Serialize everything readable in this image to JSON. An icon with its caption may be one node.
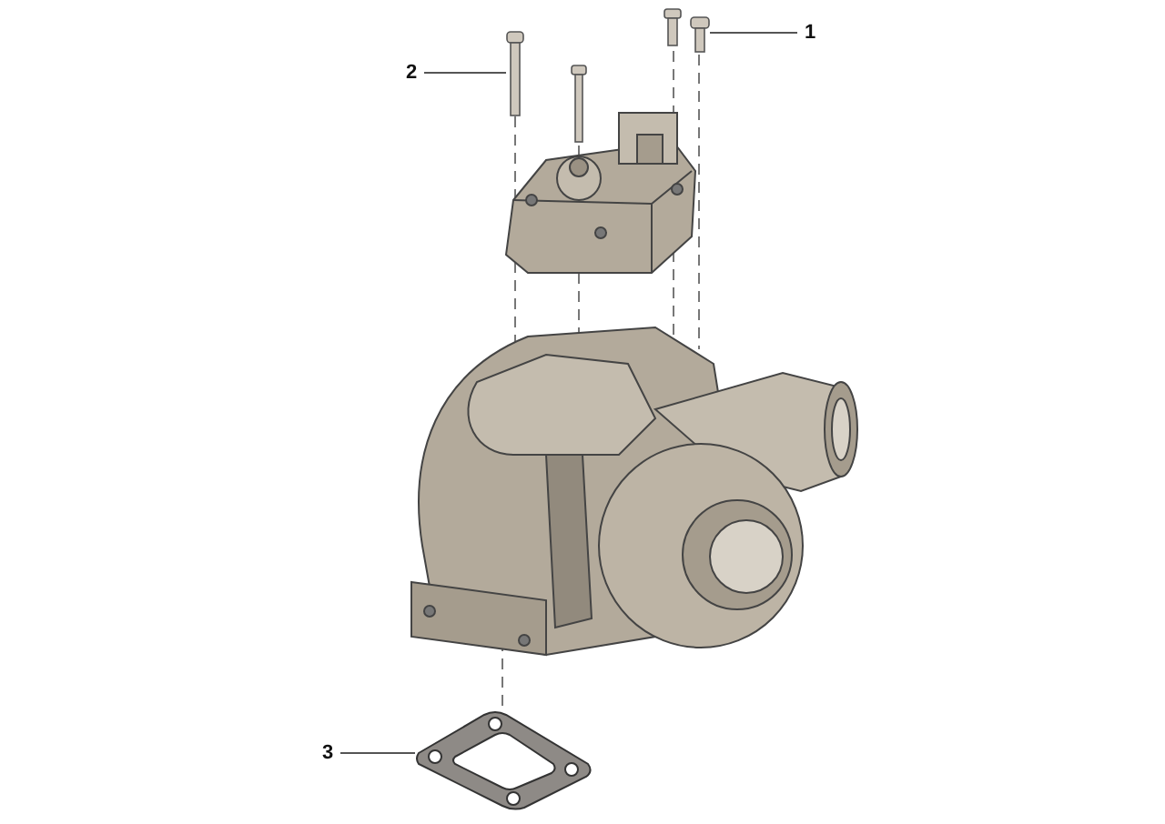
{
  "diagram": {
    "nodes": [
      {
        "text": [
          "1"
        ]
      },
      {
        "text": [],
        "shape": "picture"
      },
      {
        "text": [
          "2"
        ]
      },
      {
        "text": [],
        "shape": "picture"
      },
      {
        "text": [
          "3"
        ]
      },
      {
        "text": [],
        "shape": "picture"
      }
    ],
    "edges": [
      {
        "from": 0,
        "to": 1,
        "arrow": "none"
      },
      {
        "from": 2,
        "to": 3,
        "arrow": "none"
      },
      {
        "from": 4,
        "to": 5,
        "arrow": "none"
      }
    ]
  }
}
